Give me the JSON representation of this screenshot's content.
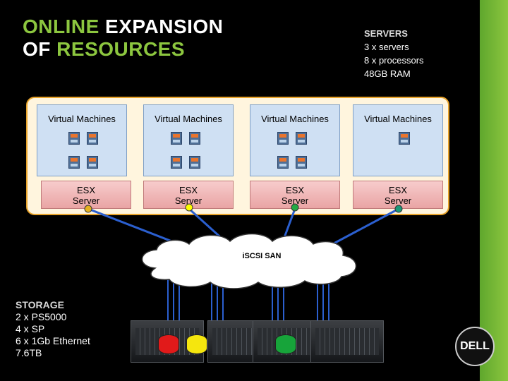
{
  "title": {
    "line1_accent": "ONLINE",
    "line1_rest": " EXPANSION",
    "line2_rest": "OF ",
    "line2_accent": "RESOURCES"
  },
  "servers": {
    "heading": "SERVERS",
    "line1": "3 x servers",
    "line2": "8 x processors",
    "line3": "48GB RAM"
  },
  "vm_panels": [
    {
      "label": "Virtual Machines"
    },
    {
      "label": "Virtual Machines"
    },
    {
      "label": "Virtual Machines"
    },
    {
      "label": "Virtual Machines"
    }
  ],
  "esx_servers": [
    {
      "line1": "ESX",
      "line2": "Server"
    },
    {
      "line1": "ESX",
      "line2": "Server"
    },
    {
      "line1": "ESX",
      "line2": "Server"
    },
    {
      "line1": "ESX",
      "line2": "Server"
    }
  ],
  "san": {
    "label": "iSCSI SAN"
  },
  "storage": {
    "heading": "STORAGE",
    "line1": "2 x PS5000",
    "line2": "4 x SP",
    "line3": "6 x 1Gb Ethernet",
    "line4": "7.6TB"
  },
  "logo": {
    "text": "DELL"
  },
  "colors": {
    "accent_green": "#8cc63f",
    "cluster_border": "#e8a32a",
    "link_blue": "#2b5fcf",
    "server1_node": "#e4b21f",
    "server2_node": "#ffff00",
    "server3_node": "#22aa44",
    "server4_node": "#1a9a7a",
    "disk_red": "#e11a1a",
    "disk_yellow": "#f5e60e",
    "disk_green": "#17a43a"
  }
}
